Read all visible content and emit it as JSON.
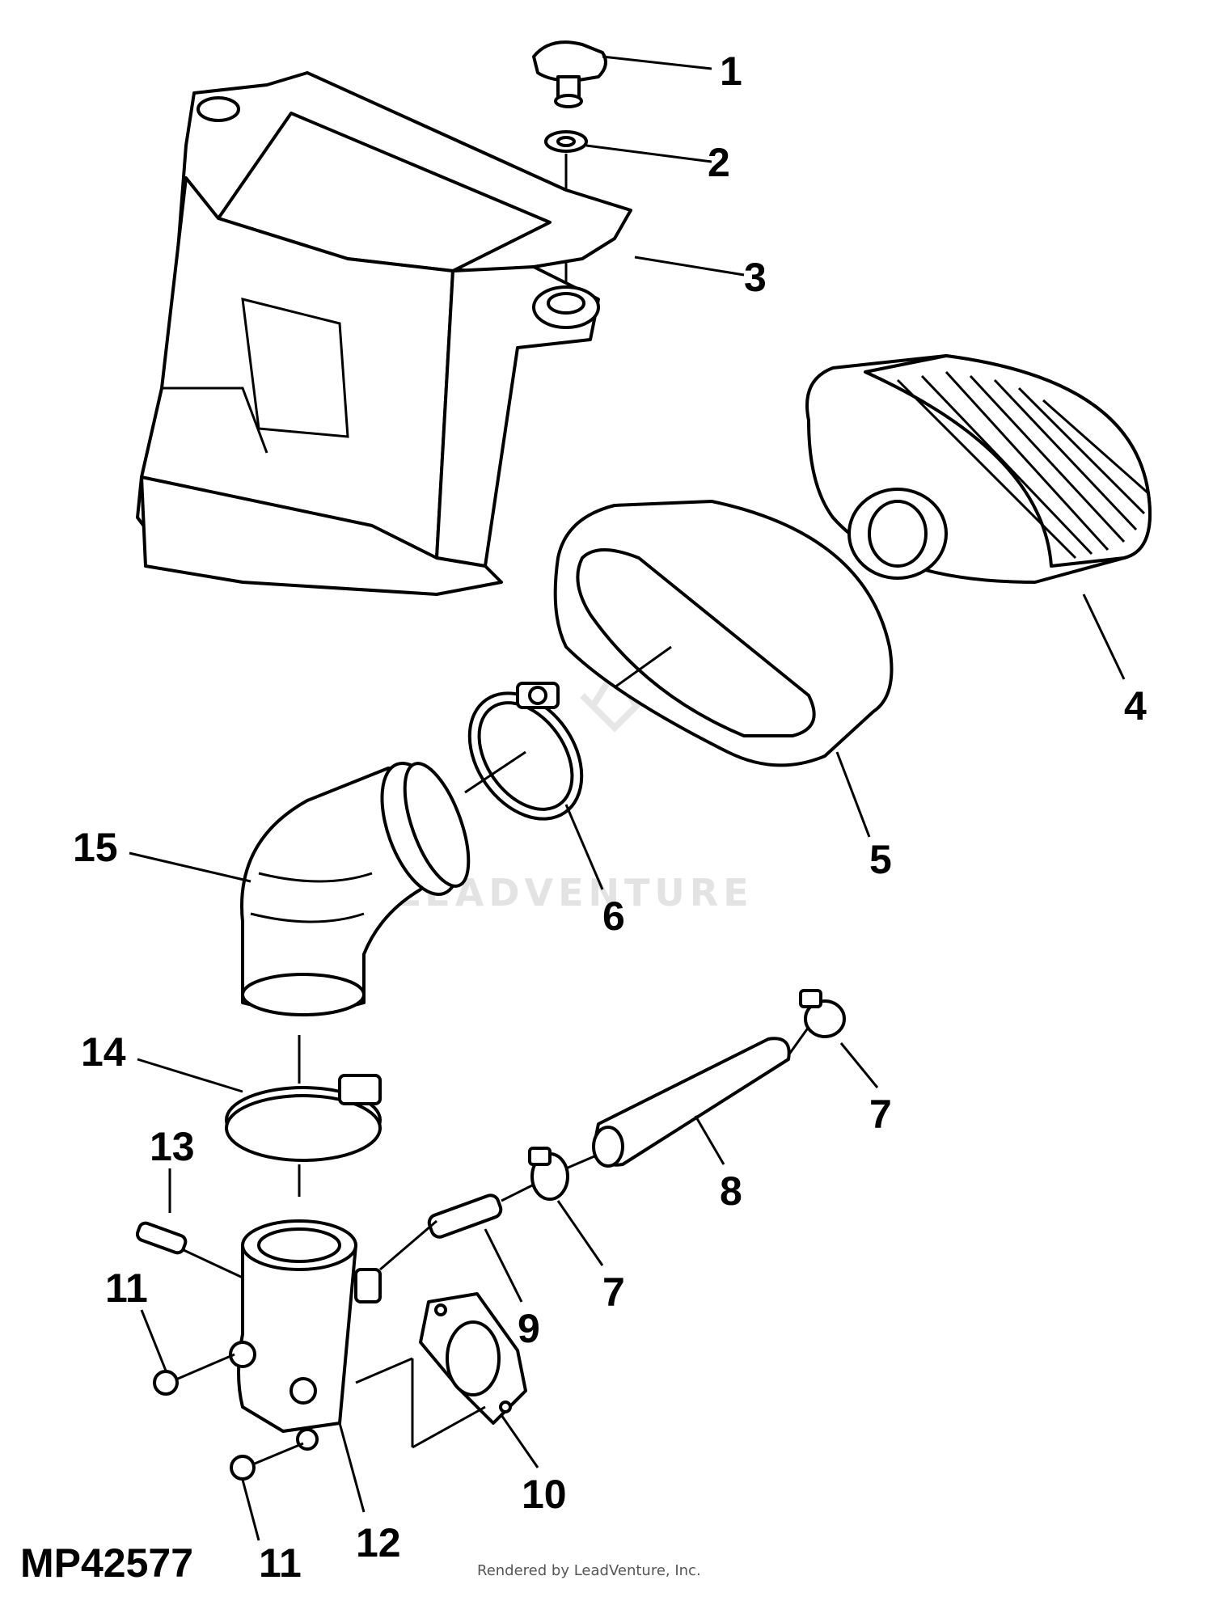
{
  "diagram": {
    "code": "MP42577",
    "watermark": "LEADVENTURE",
    "credit": "Rendered by LeadVenture, Inc.",
    "callouts": {
      "c1": "1",
      "c2": "2",
      "c3": "3",
      "c4": "4",
      "c5": "5",
      "c6": "6",
      "c7a": "7",
      "c7b": "7",
      "c8": "8",
      "c9": "9",
      "c10": "10",
      "c11a": "11",
      "c11b": "11",
      "c12": "12",
      "c13": "13",
      "c14": "14",
      "c15": "15"
    }
  }
}
